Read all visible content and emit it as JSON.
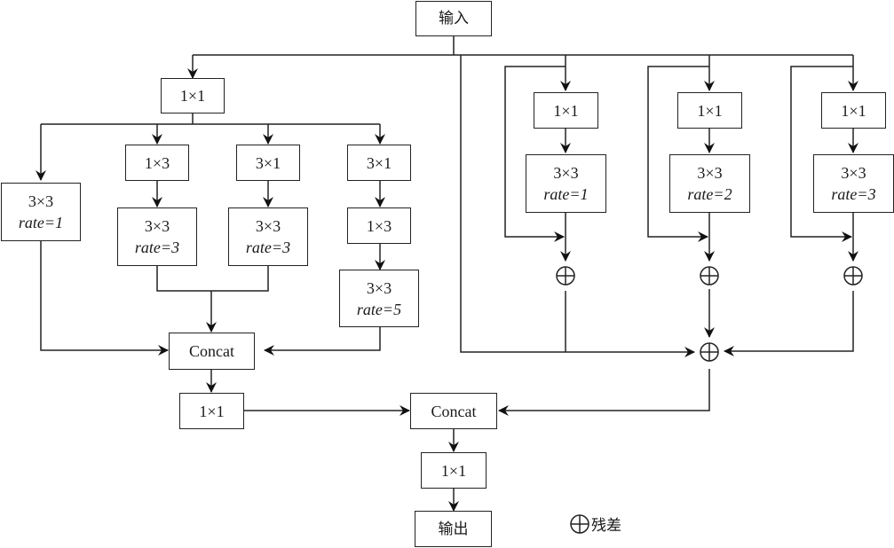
{
  "diagram": {
    "input": "输入",
    "output": "输出",
    "left_branch": {
      "top_conv": "1×1",
      "path1": {
        "conv": "3×3",
        "rate": "rate=1"
      },
      "path2": {
        "conv1": "1×3",
        "conv2": "3×3",
        "rate": "rate=3"
      },
      "path3": {
        "conv1": "3×1",
        "conv2": "3×3",
        "rate": "rate=3"
      },
      "path4": {
        "conv1": "3×1",
        "conv2": "1×3",
        "conv3": "3×3",
        "rate": "rate=5"
      },
      "concat": "Concat",
      "post_conv": "1×1"
    },
    "right_branch": {
      "blocks": [
        {
          "conv1": "1×1",
          "conv2": "3×3",
          "rate": "rate=1"
        },
        {
          "conv1": "1×1",
          "conv2": "3×3",
          "rate": "rate=2"
        },
        {
          "conv1": "1×1",
          "conv2": "3×3",
          "rate": "rate=3"
        }
      ]
    },
    "final_concat": "Concat",
    "final_conv": "1×1",
    "legend": {
      "symbol": "⊕",
      "label": "残差"
    }
  }
}
